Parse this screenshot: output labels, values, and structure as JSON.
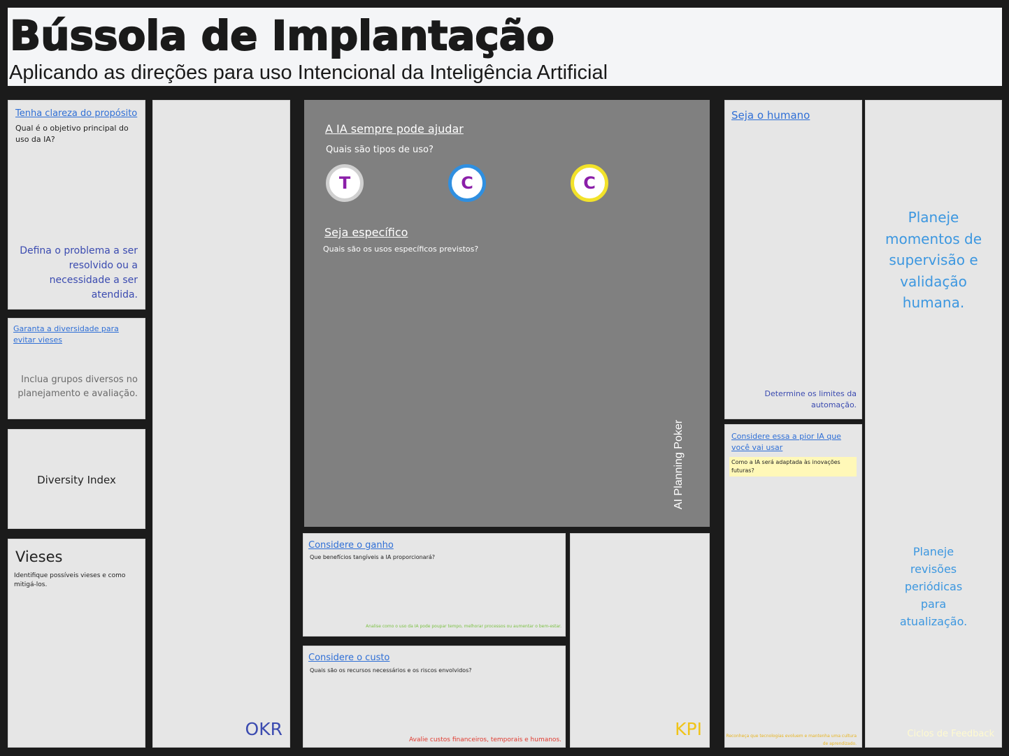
{
  "header": {
    "title": "Bússola de Implantação",
    "subtitle": "Aplicando as direções para uso Intencional da Inteligência Artificial"
  },
  "purpose": {
    "link": "Tenha clareza do propósito",
    "question": "Qual é o objetivo principal do uso da IA?",
    "hint": "Defina o problema a ser resolvido ou a necessidade a ser atendida."
  },
  "diversity": {
    "link": "Garanta a diversidade para evitar vieses",
    "hint": "Inclua grupos diversos no planejamento e avaliação."
  },
  "diversity_index": {
    "label": "Diversity Index"
  },
  "biases": {
    "title": "Vieses",
    "question": "Identifique possíveis vieses e como mitigá-los."
  },
  "okr": {
    "label": "OKR"
  },
  "center": {
    "help_link": "A IA sempre pode ajudar",
    "types_question": "Quais são tipos de uso?",
    "circles": [
      {
        "letter": "T",
        "ring": "#d0d0d0"
      },
      {
        "letter": "C",
        "ring": "#2f8fe0"
      },
      {
        "letter": "C",
        "ring": "#f2e22a"
      }
    ],
    "specific_link": "Seja específico",
    "specific_question": "Quais são os usos específicos previstos?",
    "vertical_label": "AI Planning Poker"
  },
  "gain": {
    "link": "Considere o ganho",
    "question": "Que benefícios tangíveis a IA proporcionará?",
    "hint": "Analise como o uso da IA pode poupar tempo, melhorar processos ou aumentar o bem-estar."
  },
  "cost": {
    "link": "Considere o custo",
    "question": "Quais são os recursos necessários e os riscos envolvidos?",
    "hint": "Avalie custos financeiros, temporais e humanos."
  },
  "kpi": {
    "label": "KPI"
  },
  "human": {
    "link": "Seja o humano",
    "hint": "Determine os limites da automação."
  },
  "worst_ai": {
    "link": "Considere essa a pior IA que você vai usar",
    "question": "Como a IA será adaptada às inovações futuras?",
    "hint": "Reconheça que tecnologias evoluem e mantenha uma cultura de aprendizado."
  },
  "feedback": {
    "plan_supervision": "Planeje momentos de supervisão e validação humana.",
    "plan_reviews": "Planeje revisões periódicas para atualização.",
    "label": "Ciclos de Feedback"
  },
  "colors": {
    "link": "#2f6fd6",
    "hint_blue": "#3b4bb0",
    "okr": "#3b4bb0",
    "kpi": "#f0c419",
    "feedback_text": "#3c97e0",
    "gain_hint": "#7bc143",
    "cost_hint": "#e03a2f",
    "sticky": "#fff8b8"
  }
}
